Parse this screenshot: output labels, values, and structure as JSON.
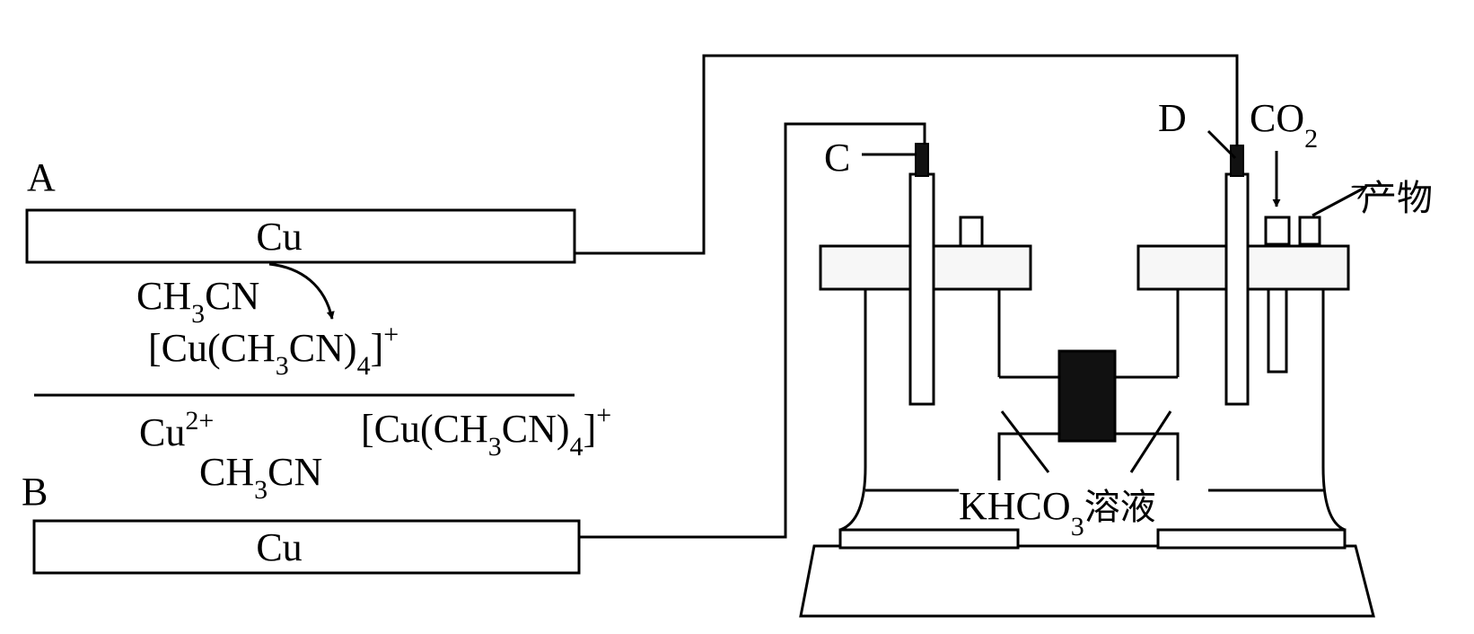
{
  "electrodes": {
    "A": "A",
    "B": "B",
    "C": "C",
    "D": "D",
    "cu_top": "Cu",
    "cu_bottom": "Cu"
  },
  "species": {
    "ch3cn_top": {
      "base": "CH",
      "sub": "3",
      "tail": "CN"
    },
    "complex_top": {
      "p1": "[Cu(CH",
      "s1": "3",
      "p2": "CN)",
      "s2": "4",
      "p3": "]",
      "sup": "+"
    },
    "cu2plus": {
      "base": "Cu",
      "sup": "2+"
    },
    "complex_bottom": {
      "p1": "[Cu(CH",
      "s1": "3",
      "p2": "CN)",
      "s2": "4",
      "p3": "]",
      "sup": "+"
    },
    "ch3cn_bottom": {
      "base": "CH",
      "sub": "3",
      "tail": "CN"
    }
  },
  "gas_in": {
    "base": "CO",
    "sub": "2"
  },
  "product": "产物",
  "solution": {
    "p1": "KHCO",
    "sub": "3",
    "p2": "溶液"
  }
}
